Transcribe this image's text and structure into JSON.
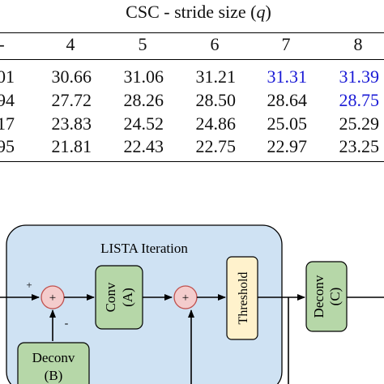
{
  "table": {
    "caption_prefix": "CSC - stride size (",
    "caption_var": "q",
    "caption_suffix": ")",
    "header": [
      "-",
      "4",
      "5",
      "6",
      "7",
      "8"
    ],
    "rows": [
      [
        "01",
        "30.66",
        "31.06",
        "31.21",
        "31.31",
        "31.39"
      ],
      [
        "94",
        "27.72",
        "28.26",
        "28.50",
        "28.64",
        "28.75"
      ],
      [
        "17",
        "23.83",
        "24.52",
        "24.86",
        "25.05",
        "25.29"
      ],
      [
        "95",
        "21.81",
        "22.43",
        "22.75",
        "22.97",
        "23.25"
      ]
    ],
    "highlight_color": "#1a1ad6"
  },
  "diagram": {
    "lista_title": "LISTA Iteration",
    "plus_sign": "+",
    "minus_sign": "-",
    "sum_symbol": "+",
    "conv_label": "Conv",
    "conv_sub": "(A)",
    "deconv_b_label": "Deconv",
    "deconv_b_sub": "(B)",
    "threshold_label": "Threshold",
    "deconv_c_label": "Deconv",
    "deconv_c_sub": "(C)",
    "colors": {
      "lista_bg": "#cfe2f3",
      "conv_bg": "#b6d7a8",
      "threshold_bg": "#fff2cc",
      "sum_bg": "#f4cccc",
      "sum_border": "#c0504d"
    }
  }
}
